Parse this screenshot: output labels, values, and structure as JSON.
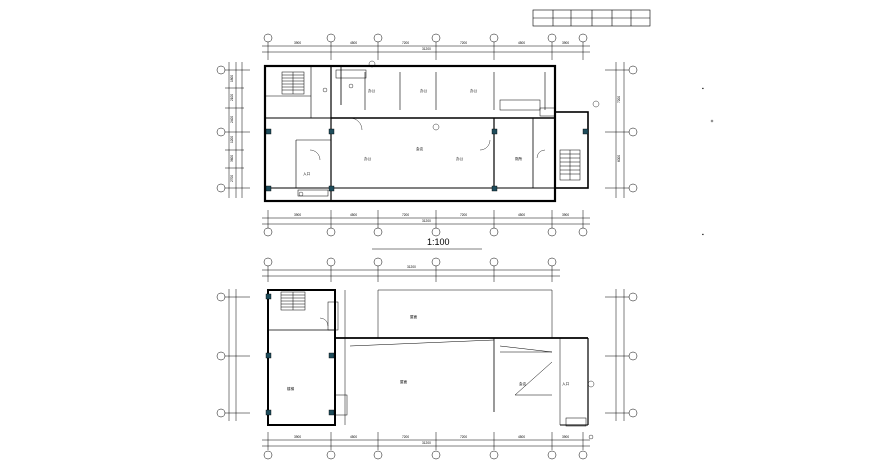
{
  "scale_label": "1:100",
  "side_marks": [
    "▪",
    "▪"
  ],
  "upper_plan": {
    "top_dims": [
      "3900",
      "4500",
      "7200",
      "7200",
      "4500",
      "3900"
    ],
    "top_total": "31200",
    "bottom_dims": [
      "3900",
      "4500",
      "7200",
      "7200",
      "4500",
      "3900"
    ],
    "bottom_total": "31200",
    "left_dims": [
      "1800",
      "2100",
      "2400",
      "1200",
      "3600",
      "2700"
    ],
    "right_dims": [
      "7200",
      "6000"
    ],
    "rooms": [
      {
        "id": "r1",
        "label": "办公"
      },
      {
        "id": "r2",
        "label": "办公"
      },
      {
        "id": "r3",
        "label": "办公"
      },
      {
        "id": "r4",
        "label": "会议"
      },
      {
        "id": "r5",
        "label": "办公"
      },
      {
        "id": "r6",
        "label": "办公"
      },
      {
        "id": "r7",
        "label": "厕所"
      },
      {
        "id": "r8",
        "label": "入口"
      }
    ]
  },
  "lower_plan": {
    "top_total": "31200",
    "bottom_dims": [
      "3900",
      "4500",
      "7200",
      "7200",
      "4500",
      "3900"
    ],
    "bottom_total": "31200",
    "rooms": [
      {
        "id": "l1",
        "label": "屋面"
      },
      {
        "id": "l2",
        "label": "屋面"
      },
      {
        "id": "l3",
        "label": "会议"
      },
      {
        "id": "l4",
        "label": "楼梯"
      },
      {
        "id": "l5",
        "label": "入口"
      }
    ]
  }
}
